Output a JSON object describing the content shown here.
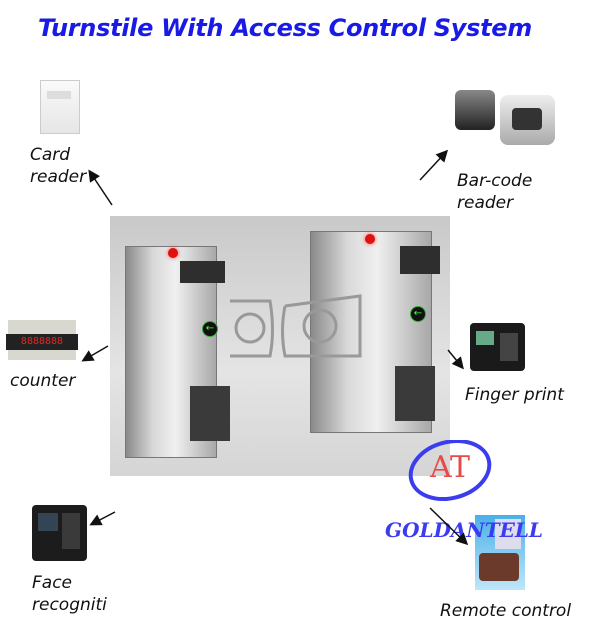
{
  "title": "Turnstile With Access Control System",
  "labels": {
    "card_reader": [
      "Card",
      "reader"
    ],
    "barcode_reader": [
      "Bar-code",
      "reader"
    ],
    "counter": "counter",
    "finger_print": "Finger print",
    "face_recognition": [
      "Face",
      "recogniti"
    ],
    "remote_control": "Remote control"
  },
  "logo": {
    "initials": "AT",
    "name": "GOLDANTELL"
  },
  "colors": {
    "title": "#1a1ae6",
    "logo_blue": "#3b3bf0",
    "logo_red": "#e84a4a"
  }
}
